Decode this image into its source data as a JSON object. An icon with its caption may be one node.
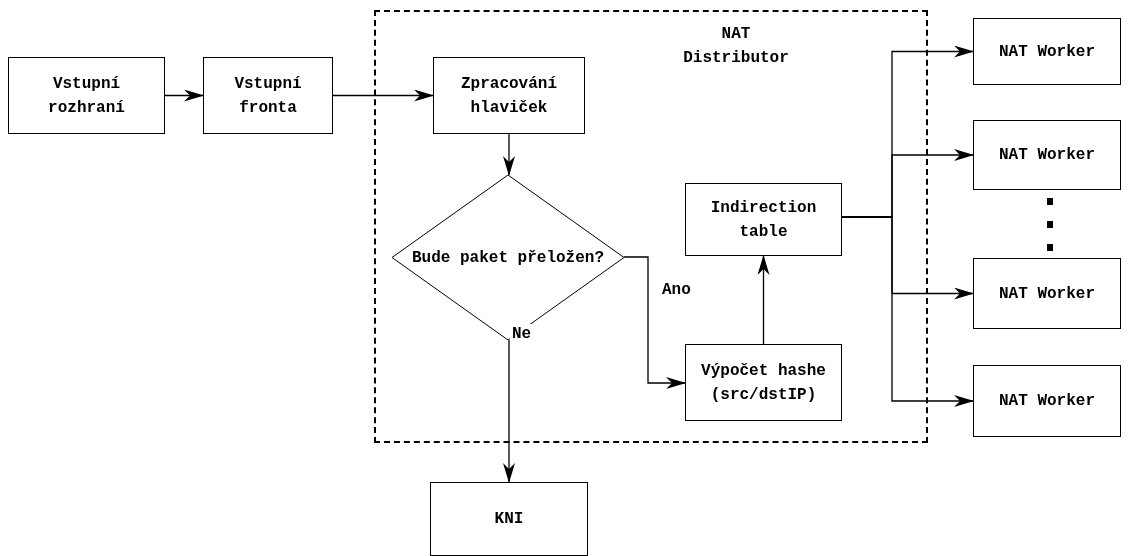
{
  "diagram": {
    "nodes": [
      {
        "text": [
          "Vstupní rozhraní"
        ]
      },
      {
        "text": [
          "Vstupní fronta"
        ]
      },
      {
        "text": [
          "NAT Distributor"
        ]
      },
      {
        "text": [
          "Zpracování hlaviček"
        ],
        "in": 2
      },
      {
        "text": [
          "Bude paket přeložen?"
        ],
        "in": 2
      },
      {
        "text": [
          "Indirection table"
        ],
        "in": 2
      },
      {
        "text": [
          "Výpočet hashe (src/dstIP)"
        ],
        "in": 2
      },
      {
        "text": [
          "NAT Worker"
        ]
      },
      {
        "text": [
          "NAT Worker"
        ]
      },
      {
        "text": [
          "NAT Worker"
        ]
      },
      {
        "text": [
          "NAT Worker"
        ]
      },
      {
        "text": [
          "KNI"
        ]
      }
    ],
    "edges": [
      {
        "from": 0,
        "to": 1,
        "arrow": "to"
      },
      {
        "from": 1,
        "to": 3,
        "arrow": "to"
      },
      {
        "from": 3,
        "to": 4,
        "arrow": "to"
      },
      {
        "from": 4,
        "to": 11,
        "arrow": "to",
        "label": "Ne"
      },
      {
        "from": 4,
        "to": 6,
        "arrow": "to",
        "label": "Ano"
      },
      {
        "from": 6,
        "to": 5,
        "arrow": "to"
      },
      {
        "from": 5,
        "to": 7,
        "arrow": "to"
      },
      {
        "from": 5,
        "to": 8,
        "arrow": "to"
      },
      {
        "from": 5,
        "to": 9,
        "arrow": "to"
      },
      {
        "from": 5,
        "to": 10,
        "arrow": "to"
      }
    ]
  }
}
